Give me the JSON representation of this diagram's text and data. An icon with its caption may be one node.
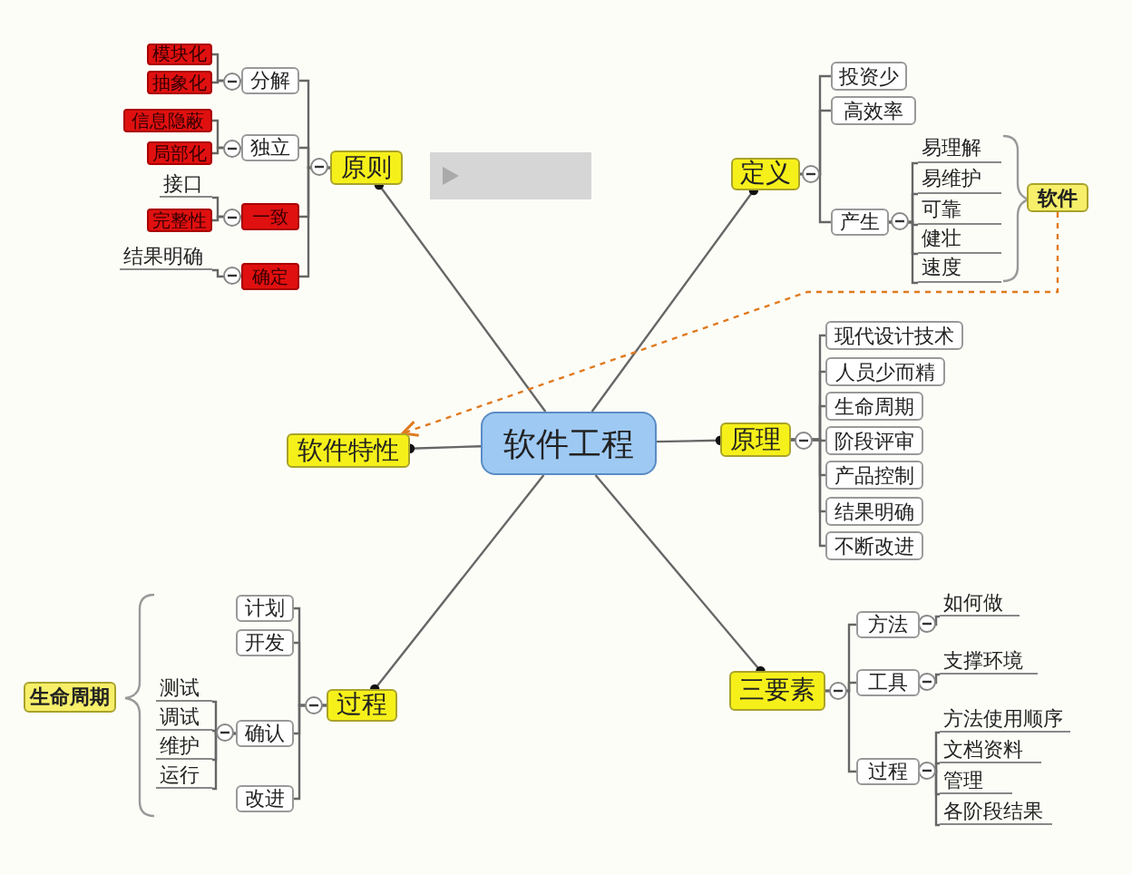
{
  "diagram": {
    "nodes": [
      {
        "text": [
          "软件工程"
        ]
      },
      {
        "text": [
          "原则"
        ]
      },
      {
        "text": [
          "分解"
        ]
      },
      {
        "text": [
          "模块化"
        ]
      },
      {
        "text": [
          "抽象化"
        ]
      },
      {
        "text": [
          "独立"
        ]
      },
      {
        "text": [
          "信息隐蔽"
        ]
      },
      {
        "text": [
          "局部化"
        ]
      },
      {
        "text": [
          "一致"
        ]
      },
      {
        "text": [
          "接口"
        ]
      },
      {
        "text": [
          "完整性"
        ]
      },
      {
        "text": [
          "确定"
        ]
      },
      {
        "text": [
          "结果明确"
        ]
      },
      {
        "text": [
          "定义"
        ]
      },
      {
        "text": [
          "投资少"
        ]
      },
      {
        "text": [
          "高效率"
        ]
      },
      {
        "text": [
          "产生"
        ]
      },
      {
        "text": [
          "易理解"
        ]
      },
      {
        "text": [
          "易维护"
        ]
      },
      {
        "text": [
          "可靠"
        ]
      },
      {
        "text": [
          "健壮"
        ]
      },
      {
        "text": [
          "速度"
        ]
      },
      {
        "text": [
          "软件"
        ]
      },
      {
        "text": [
          "软件特性"
        ]
      },
      {
        "text": [
          "原理"
        ]
      },
      {
        "text": [
          "现代设计技术"
        ]
      },
      {
        "text": [
          "人员少而精"
        ]
      },
      {
        "text": [
          "生命周期"
        ]
      },
      {
        "text": [
          "阶段评审"
        ]
      },
      {
        "text": [
          "产品控制"
        ]
      },
      {
        "text": [
          "结果明确"
        ]
      },
      {
        "text": [
          "不断改进"
        ]
      },
      {
        "text": [
          "过程"
        ]
      },
      {
        "text": [
          "计划"
        ]
      },
      {
        "text": [
          "开发"
        ]
      },
      {
        "text": [
          "确认"
        ]
      },
      {
        "text": [
          "测试"
        ]
      },
      {
        "text": [
          "调试"
        ]
      },
      {
        "text": [
          "维护"
        ]
      },
      {
        "text": [
          "运行"
        ]
      },
      {
        "text": [
          "改进"
        ]
      },
      {
        "text": [
          "生命周期"
        ]
      },
      {
        "text": [
          "三要素"
        ]
      },
      {
        "text": [
          "方法"
        ]
      },
      {
        "text": [
          "如何做"
        ]
      },
      {
        "text": [
          "工具"
        ]
      },
      {
        "text": [
          "支撑环境"
        ]
      },
      {
        "text": [
          "过程"
        ]
      },
      {
        "text": [
          "方法使用顺序"
        ]
      },
      {
        "text": [
          "文档资料"
        ]
      },
      {
        "text": [
          "管理"
        ]
      },
      {
        "text": [
          "各阶段结果"
        ]
      }
    ],
    "edges": [
      {
        "from": 0,
        "to": 1,
        "arrow": "other"
      },
      {
        "from": 0,
        "to": 13,
        "arrow": "other"
      },
      {
        "from": 0,
        "to": 23,
        "arrow": "other"
      },
      {
        "from": 0,
        "to": 24,
        "arrow": "other"
      },
      {
        "from": 0,
        "to": 32,
        "arrow": "other"
      },
      {
        "from": 0,
        "to": 42,
        "arrow": "other"
      },
      {
        "from": 22,
        "to": 23,
        "arrow": "to",
        "style": "dashed",
        "color": "#e07a1f"
      },
      {
        "from": 1,
        "to": 2,
        "arrow": "none"
      },
      {
        "from": 1,
        "to": 5,
        "arrow": "none"
      },
      {
        "from": 1,
        "to": 8,
        "arrow": "none"
      },
      {
        "from": 1,
        "to": 11,
        "arrow": "none"
      },
      {
        "from": 2,
        "to": 3,
        "arrow": "none"
      },
      {
        "from": 2,
        "to": 4,
        "arrow": "none"
      },
      {
        "from": 5,
        "to": 6,
        "arrow": "none"
      },
      {
        "from": 5,
        "to": 7,
        "arrow": "none"
      },
      {
        "from": 8,
        "to": 9,
        "arrow": "none"
      },
      {
        "from": 8,
        "to": 10,
        "arrow": "none"
      },
      {
        "from": 11,
        "to": 12,
        "arrow": "none"
      },
      {
        "from": 13,
        "to": 14,
        "arrow": "none"
      },
      {
        "from": 13,
        "to": 15,
        "arrow": "none"
      },
      {
        "from": 13,
        "to": 16,
        "arrow": "none"
      },
      {
        "from": 16,
        "to": 17,
        "arrow": "none"
      },
      {
        "from": 16,
        "to": 18,
        "arrow": "none"
      },
      {
        "from": 16,
        "to": 19,
        "arrow": "none"
      },
      {
        "from": 16,
        "to": 20,
        "arrow": "none"
      },
      {
        "from": 16,
        "to": 21,
        "arrow": "none"
      },
      {
        "from": 24,
        "to": 25,
        "arrow": "none"
      },
      {
        "from": 24,
        "to": 26,
        "arrow": "none"
      },
      {
        "from": 24,
        "to": 27,
        "arrow": "none"
      },
      {
        "from": 24,
        "to": 28,
        "arrow": "none"
      },
      {
        "from": 24,
        "to": 29,
        "arrow": "none"
      },
      {
        "from": 24,
        "to": 30,
        "arrow": "none"
      },
      {
        "from": 24,
        "to": 31,
        "arrow": "none"
      },
      {
        "from": 32,
        "to": 33,
        "arrow": "none"
      },
      {
        "from": 32,
        "to": 34,
        "arrow": "none"
      },
      {
        "from": 32,
        "to": 35,
        "arrow": "none"
      },
      {
        "from": 32,
        "to": 40,
        "arrow": "none"
      },
      {
        "from": 35,
        "to": 36,
        "arrow": "none"
      },
      {
        "from": 35,
        "to": 37,
        "arrow": "none"
      },
      {
        "from": 35,
        "to": 38,
        "arrow": "none"
      },
      {
        "from": 35,
        "to": 39,
        "arrow": "none"
      },
      {
        "from": 42,
        "to": 43,
        "arrow": "none"
      },
      {
        "from": 42,
        "to": 45,
        "arrow": "none"
      },
      {
        "from": 42,
        "to": 47,
        "arrow": "none"
      },
      {
        "from": 43,
        "to": 44,
        "arrow": "none"
      },
      {
        "from": 45,
        "to": 46,
        "arrow": "none"
      },
      {
        "from": 47,
        "to": 48,
        "arrow": "none"
      },
      {
        "from": 47,
        "to": 49,
        "arrow": "none"
      },
      {
        "from": 47,
        "to": 50,
        "arrow": "none"
      },
      {
        "from": 47,
        "to": 51,
        "arrow": "none"
      }
    ]
  }
}
